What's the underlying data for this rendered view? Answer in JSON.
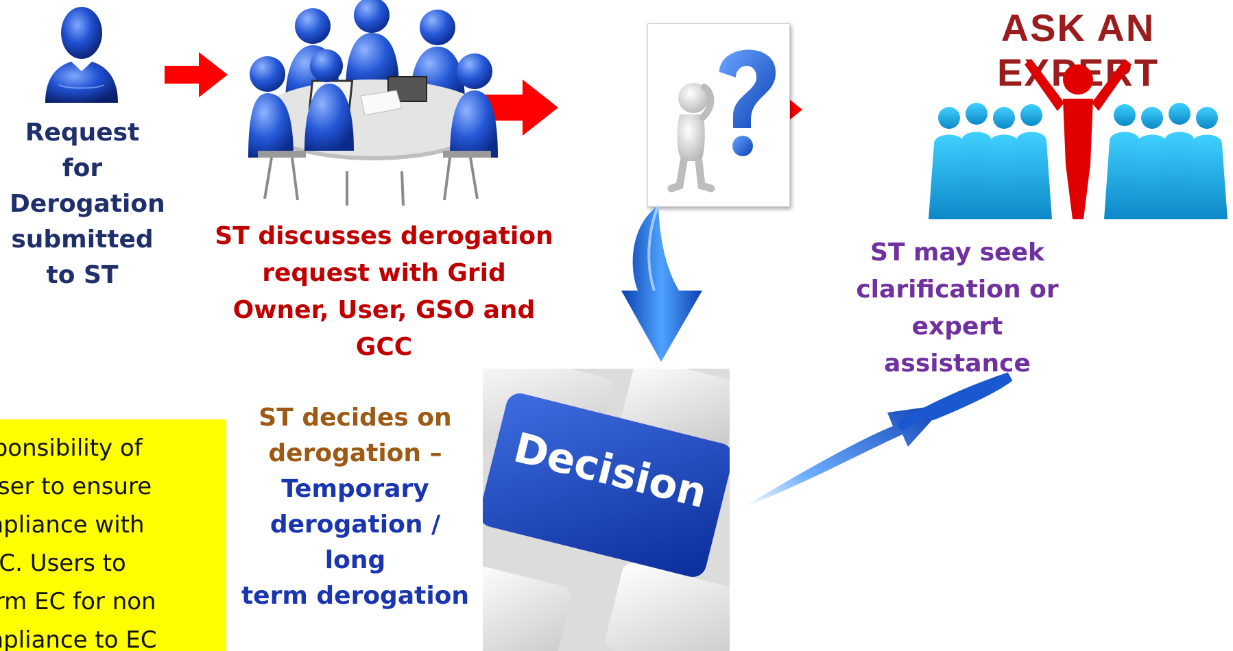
{
  "steps": {
    "request": [
      "Request for",
      "Derogation",
      "submitted",
      "to ST"
    ],
    "discuss": [
      "ST discusses derogation",
      "request with Grid",
      "Owner, User, GSO and GCC"
    ],
    "expert_caption": [
      "ST may seek",
      "clarification or",
      "expert assistance"
    ],
    "decide_title": [
      "ST decides on",
      "derogation –"
    ],
    "decide_options": [
      "Temporary",
      "derogation / long",
      "term derogation"
    ]
  },
  "expert_banner": "ASK AN EXPERT",
  "decision_key_label": "Decision",
  "responsibility_note": [
    "sponsibility  of",
    "User  to  ensure",
    "mpliance with",
    "GC.  Users to",
    "orm EC for non",
    "mpliance  to EC"
  ],
  "colors": {
    "arrow_red": "#ff0000",
    "navy_text": "#1f2f6b",
    "red_text": "#c00000",
    "purple_text": "#7030a0",
    "brown_text": "#9c5a14",
    "blue_text": "#1a35b0",
    "note_bg": "#ffff00"
  },
  "icons": [
    "person-icon",
    "meeting-table-icon",
    "question-figure-icon",
    "ask-expert-crowd-icon",
    "decision-key-icon",
    "curved-arrow-down-icon",
    "curved-arrow-return-icon"
  ]
}
